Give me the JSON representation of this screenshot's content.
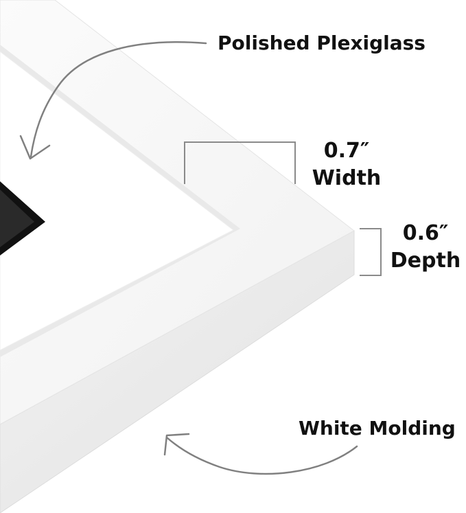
{
  "labels": {
    "plexiglass": "Polished Plexiglass",
    "width_value": "0.7″",
    "width_label": "Width",
    "depth_value": "0.6″",
    "depth_label": "Depth",
    "molding": "White Molding"
  },
  "colors": {
    "frame_top": "#f6f6f6",
    "frame_side": "#e8e8e8",
    "mat": "#ffffff",
    "photo": "#111111",
    "arrow": "#808080",
    "bracket": "#8a8a8a",
    "text": "#111111"
  },
  "icons": {
    "plexiglass_arrow": "curved-arrow-down-left",
    "molding_arrow": "curved-arrow-up-left"
  }
}
